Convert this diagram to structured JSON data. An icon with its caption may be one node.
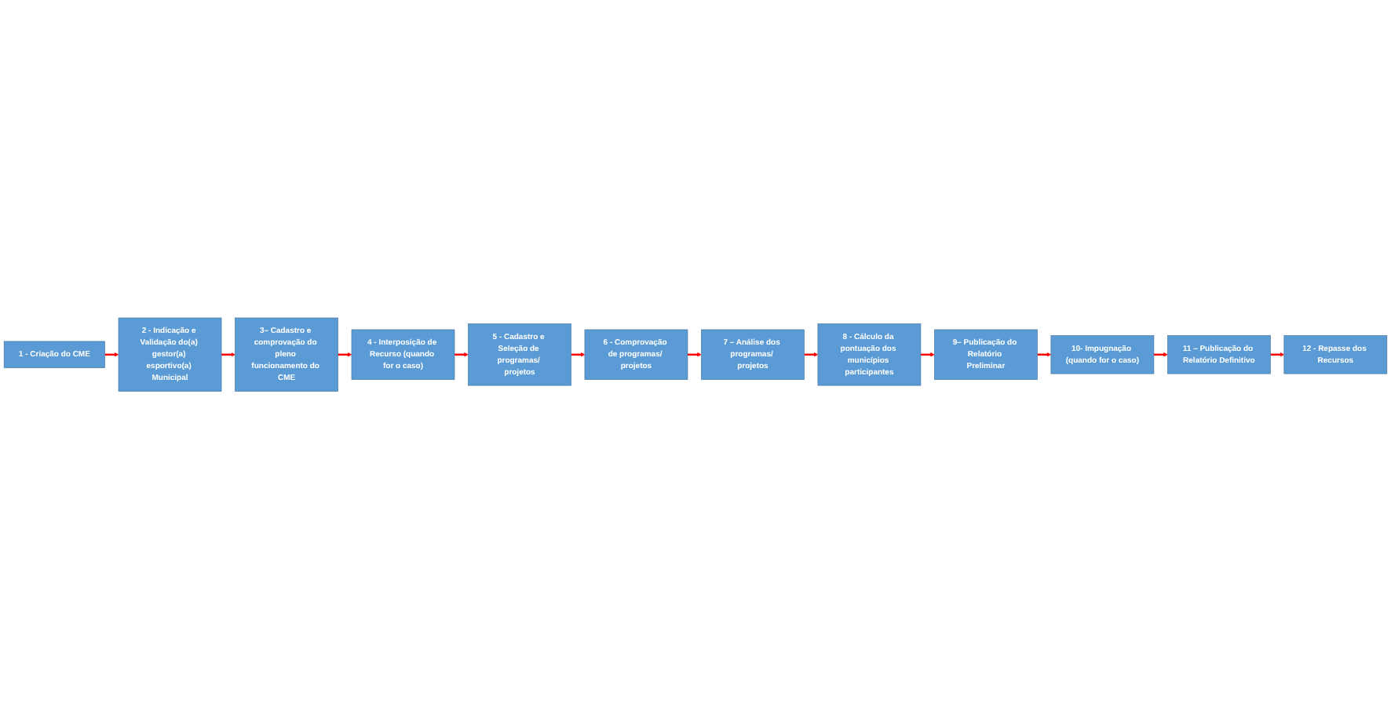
{
  "diagram": {
    "nodes": [
      {
        "text": [
          "1 - Criação do CME"
        ]
      },
      {
        "text": [
          "2 - Indicação e Validação do(a) gestor(a) esportivo(a) Municipal"
        ]
      },
      {
        "text": [
          "3– Cadastro e comprovação do pleno funcionamento do CME"
        ]
      },
      {
        "text": [
          "4 - Interposição de Recurso (quando for o caso)"
        ]
      },
      {
        "text": [
          "5 - Cadastro e Seleção de programas/ projetos"
        ]
      },
      {
        "text": [
          "6 - Comprovação de programas/ projetos"
        ]
      },
      {
        "text": [
          "7 – Análise dos programas/ projetos"
        ]
      },
      {
        "text": [
          "8 - Cálculo da pontuação dos municípios participantes"
        ]
      },
      {
        "text": [
          "9– Publicação do Relatório Preliminar"
        ]
      },
      {
        "text": [
          "10- Impugnação (quando for o caso)"
        ]
      },
      {
        "text": [
          "11 – Publicação do Relatório Definitivo"
        ]
      },
      {
        "text": [
          "12 - Repasse dos Recursos"
        ]
      }
    ],
    "edges": [
      {
        "from": 0,
        "to": 1,
        "arrow": "to"
      },
      {
        "from": 1,
        "to": 2,
        "arrow": "to"
      },
      {
        "from": 2,
        "to": 3,
        "arrow": "to"
      },
      {
        "from": 3,
        "to": 4,
        "arrow": "to"
      },
      {
        "from": 4,
        "to": 5,
        "arrow": "to"
      },
      {
        "from": 5,
        "to": 6,
        "arrow": "to"
      },
      {
        "from": 6,
        "to": 7,
        "arrow": "to"
      },
      {
        "from": 7,
        "to": 8,
        "arrow": "to"
      },
      {
        "from": 8,
        "to": 9,
        "arrow": "to"
      },
      {
        "from": 9,
        "to": 10,
        "arrow": "to"
      },
      {
        "from": 10,
        "to": 11,
        "arrow": "to"
      }
    ]
  }
}
